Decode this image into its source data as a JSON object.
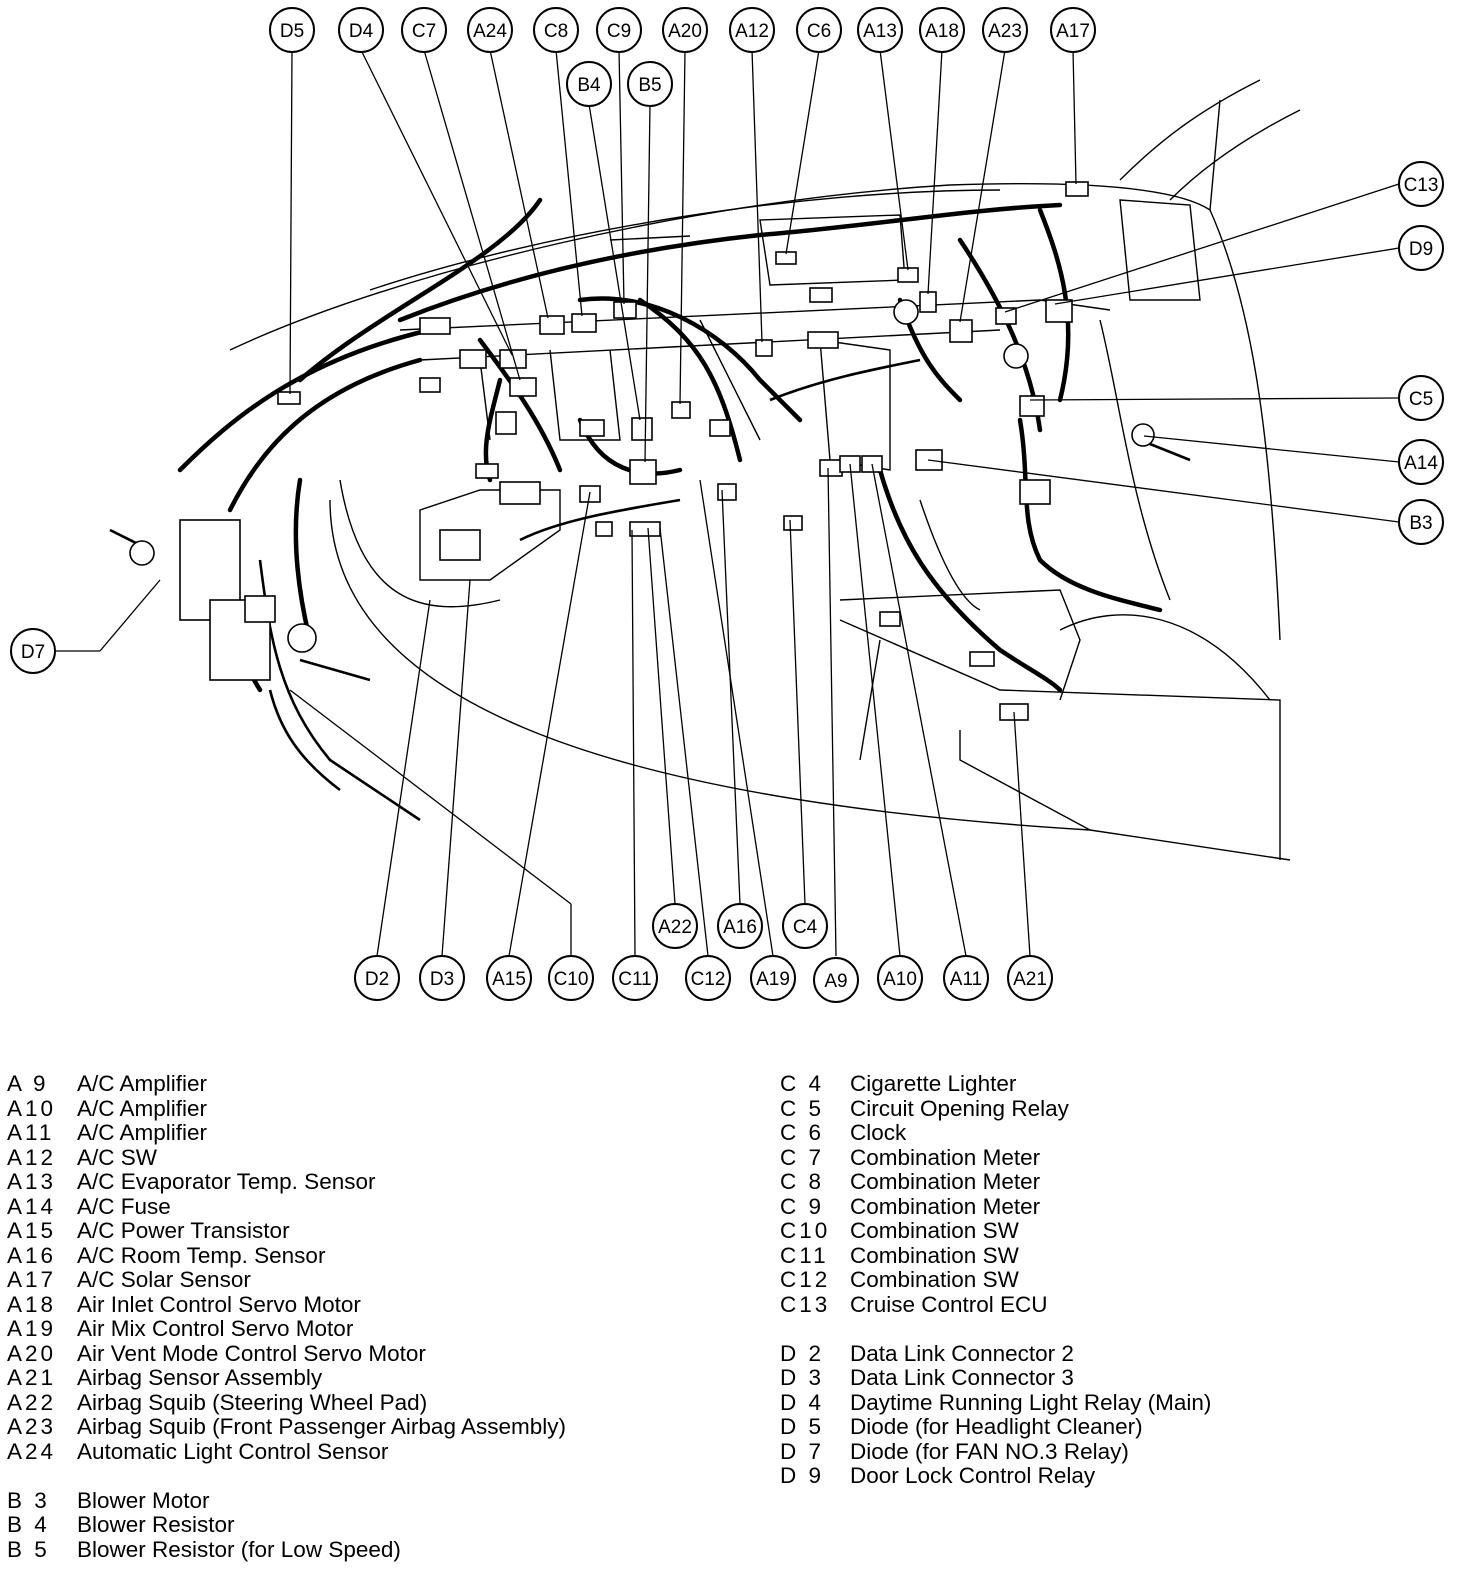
{
  "callouts": [
    {
      "id": "D5"
    },
    {
      "id": "D4"
    },
    {
      "id": "C7"
    },
    {
      "id": "A24"
    },
    {
      "id": "C8"
    },
    {
      "id": "C9"
    },
    {
      "id": "A20"
    },
    {
      "id": "A12"
    },
    {
      "id": "C6"
    },
    {
      "id": "A13"
    },
    {
      "id": "A18"
    },
    {
      "id": "A23"
    },
    {
      "id": "A17"
    },
    {
      "id": "B4"
    },
    {
      "id": "B5"
    },
    {
      "id": "C13"
    },
    {
      "id": "D9"
    },
    {
      "id": "C5"
    },
    {
      "id": "A14"
    },
    {
      "id": "B3"
    },
    {
      "id": "D7"
    },
    {
      "id": "A22"
    },
    {
      "id": "A16"
    },
    {
      "id": "C4"
    },
    {
      "id": "D2"
    },
    {
      "id": "D3"
    },
    {
      "id": "A15"
    },
    {
      "id": "C10"
    },
    {
      "id": "C11"
    },
    {
      "id": "C12"
    },
    {
      "id": "A19"
    },
    {
      "id": "A9"
    },
    {
      "id": "A10"
    },
    {
      "id": "A11"
    },
    {
      "id": "A21"
    }
  ],
  "legend_left": [
    [
      {
        "code": "A 9",
        "name": "A/C Amplifier"
      },
      {
        "code": "A10",
        "name": "A/C Amplifier"
      },
      {
        "code": "A11",
        "name": "A/C Amplifier"
      },
      {
        "code": "A12",
        "name": "A/C SW"
      },
      {
        "code": "A13",
        "name": "A/C Evaporator Temp. Sensor"
      },
      {
        "code": "A14",
        "name": "A/C Fuse"
      },
      {
        "code": "A15",
        "name": "A/C Power Transistor"
      },
      {
        "code": "A16",
        "name": "A/C Room Temp. Sensor"
      },
      {
        "code": "A17",
        "name": "A/C Solar Sensor"
      },
      {
        "code": "A18",
        "name": "Air Inlet Control Servo Motor"
      },
      {
        "code": "A19",
        "name": "Air Mix Control Servo Motor"
      },
      {
        "code": "A20",
        "name": "Air Vent Mode Control Servo Motor"
      },
      {
        "code": "A21",
        "name": "Airbag Sensor Assembly"
      },
      {
        "code": "A22",
        "name": "Airbag Squib (Steering Wheel Pad)"
      },
      {
        "code": "A23",
        "name": "Airbag Squib (Front Passenger Airbag Assembly)"
      },
      {
        "code": "A24",
        "name": "Automatic Light Control Sensor"
      }
    ],
    [
      {
        "code": "B 3",
        "name": "Blower Motor"
      },
      {
        "code": "B 4",
        "name": "Blower Resistor"
      },
      {
        "code": "B 5",
        "name": "Blower Resistor (for Low Speed)"
      }
    ]
  ],
  "legend_right": [
    [
      {
        "code": "C 4",
        "name": "Cigarette Lighter"
      },
      {
        "code": "C 5",
        "name": "Circuit Opening Relay"
      },
      {
        "code": "C 6",
        "name": "Clock"
      },
      {
        "code": "C 7",
        "name": "Combination Meter"
      },
      {
        "code": "C 8",
        "name": "Combination Meter"
      },
      {
        "code": "C 9",
        "name": "Combination Meter"
      },
      {
        "code": "C10",
        "name": "Combination SW"
      },
      {
        "code": "C11",
        "name": "Combination SW"
      },
      {
        "code": "C12",
        "name": "Combination SW"
      },
      {
        "code": "C13",
        "name": "Cruise Control ECU"
      }
    ],
    [
      {
        "code": "D 2",
        "name": "Data Link Connector 2"
      },
      {
        "code": "D 3",
        "name": "Data Link Connector 3"
      },
      {
        "code": "D 4",
        "name": "Daytime Running Light Relay (Main)"
      },
      {
        "code": "D 5",
        "name": "Diode (for Headlight Cleaner)"
      },
      {
        "code": "D 7",
        "name": "Diode (for FAN NO.3 Relay)"
      },
      {
        "code": "D 9",
        "name": "Door Lock Control Relay"
      }
    ]
  ]
}
